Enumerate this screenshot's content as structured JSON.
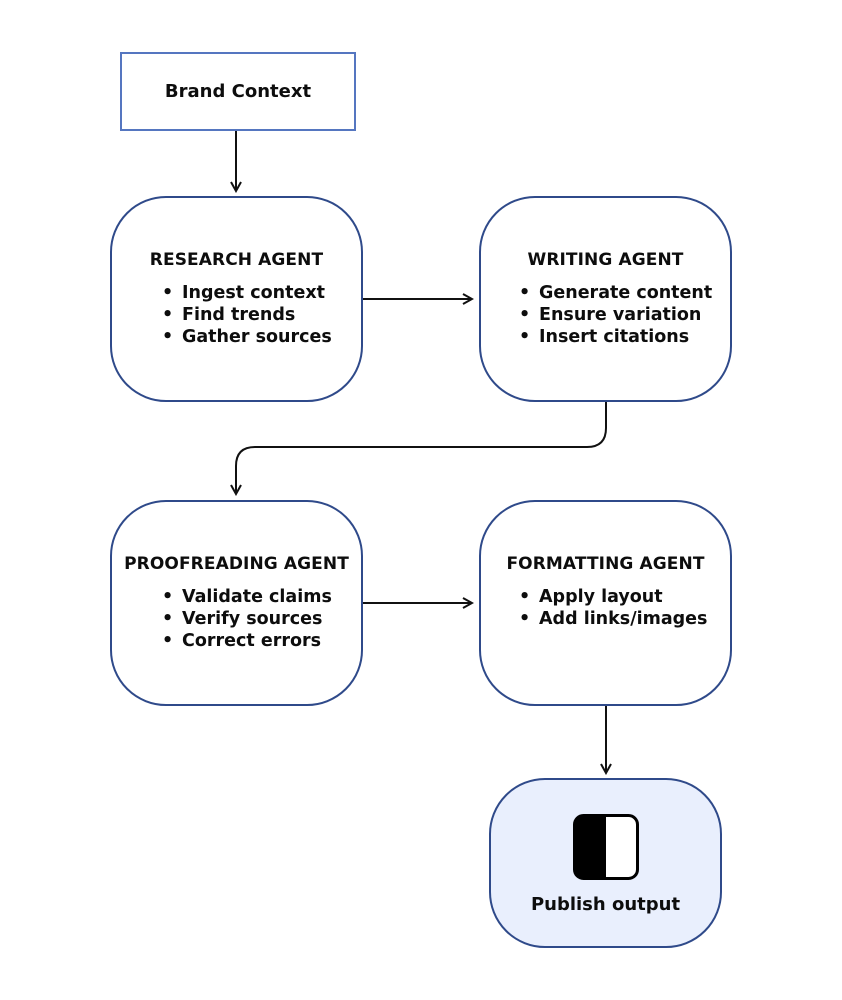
{
  "nodes": {
    "brand_context": {
      "label": "Brand Context"
    },
    "research": {
      "title": "RESEARCH AGENT",
      "items": [
        "Ingest context",
        "Find trends",
        "Gather sources"
      ]
    },
    "writing": {
      "title": "WRITING AGENT",
      "items": [
        "Generate content",
        "Ensure variation",
        "Insert citations"
      ]
    },
    "proofreading": {
      "title": "PROOFREADING AGENT",
      "items": [
        "Validate claims",
        "Verify sources",
        "Correct errors"
      ]
    },
    "formatting": {
      "title": "FORMATTING AGENT",
      "items": [
        "Apply layout",
        "Add links/images"
      ]
    },
    "publish": {
      "label": "Publish output",
      "icon": "panel-split-icon"
    }
  },
  "edges": [
    {
      "from": "Brand Context",
      "to": "RESEARCH AGENT"
    },
    {
      "from": "RESEARCH AGENT",
      "to": "WRITING AGENT"
    },
    {
      "from": "WRITING AGENT",
      "to": "PROOFREADING AGENT"
    },
    {
      "from": "PROOFREADING AGENT",
      "to": "FORMATTING AGENT"
    },
    {
      "from": "FORMATTING AGENT",
      "to": "Publish output"
    }
  ],
  "colors": {
    "node_border": "#2f4a8a",
    "context_border": "#5576c0",
    "output_fill": "#e9effd",
    "edge": "#111111"
  }
}
